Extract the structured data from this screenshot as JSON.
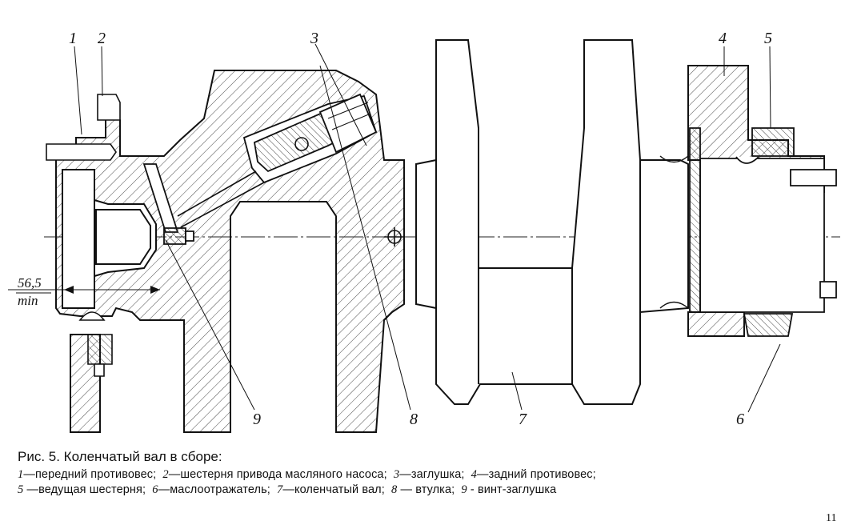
{
  "diagram": {
    "callouts": [
      {
        "id": "1",
        "text": "1"
      },
      {
        "id": "2",
        "text": "2"
      },
      {
        "id": "3",
        "text": "3"
      },
      {
        "id": "4",
        "text": "4"
      },
      {
        "id": "5",
        "text": "5"
      },
      {
        "id": "6",
        "text": "6"
      },
      {
        "id": "7",
        "text": "7"
      },
      {
        "id": "8",
        "text": "8"
      },
      {
        "id": "9",
        "text": "9"
      }
    ],
    "dimension": {
      "value": "56,5",
      "note": "min"
    }
  },
  "caption": {
    "title": "Рис. 5. Коленчатый вал в сборе:",
    "legend": [
      {
        "num": "1",
        "sep": "—",
        "text": "передний противовес;"
      },
      {
        "num": "2",
        "sep": "—",
        "text": "шестерня привода масляного насоса;"
      },
      {
        "num": "3",
        "sep": "—",
        "text": "заглушка;"
      },
      {
        "num": "4",
        "sep": "—",
        "text": "задний противовес;"
      },
      {
        "num": "5",
        "sep": " —",
        "text": "ведущая шестерня;"
      },
      {
        "num": "6",
        "sep": "—",
        "text": "маслоотражатель;"
      },
      {
        "num": "7",
        "sep": "—",
        "text": "коленчатый вал;"
      },
      {
        "num": "8",
        "sep": " — ",
        "text": "втулка;"
      },
      {
        "num": "9",
        "sep": " - ",
        "text": "винт-заглушка"
      }
    ]
  },
  "page_number": "11"
}
